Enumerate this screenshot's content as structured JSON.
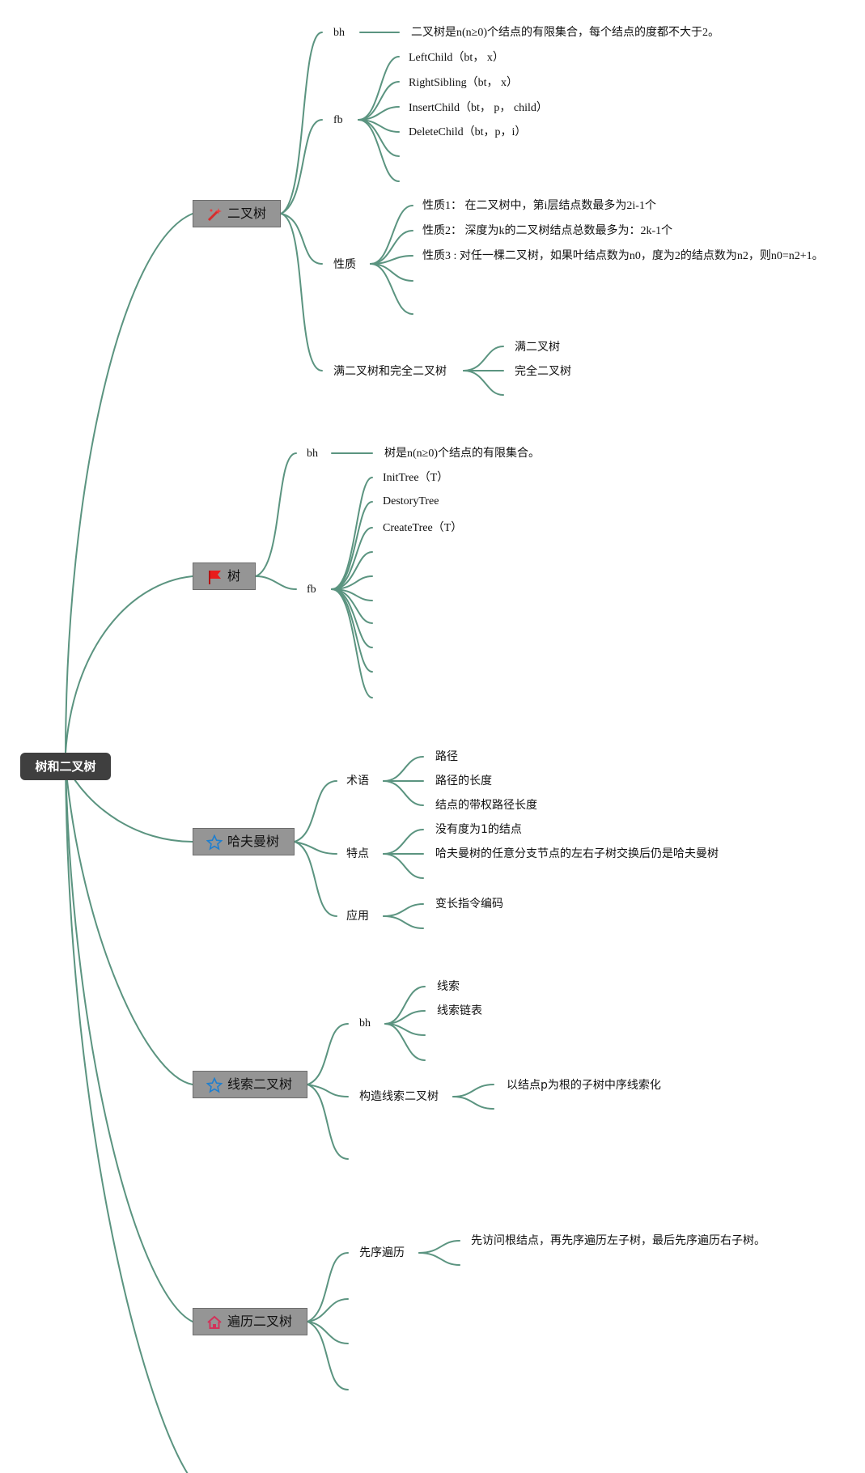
{
  "root": "树和二叉树",
  "b1": {
    "title": "二叉树",
    "bh": "bh",
    "bh_text": "二叉树是n(n≥0)个结点的有限集合，每个结点的度都不大于2。",
    "fb": "fb",
    "fb_items": [
      "LeftChild（bt， x）",
      "RightSibling（bt， x）",
      "InsertChild（bt， p， child）",
      "DeleteChild（bt，p，i）"
    ],
    "xz": "性质",
    "xz_items": [
      "性质1：  在二叉树中，第i层结点数最多为2i-1个",
      "性质2：  深度为k的二叉树结点总数最多为：2k-1个",
      "性质3 : 对任一棵二叉树，如果叶结点数为n0，度为2的结点数为n2，则n0=n2+1。"
    ],
    "mw": "满二叉树和完全二叉树",
    "mw_items": [
      "满二叉树",
      "完全二叉树"
    ]
  },
  "b2": {
    "title": "树",
    "bh": "bh",
    "bh_text": "树是n(n≥0)个结点的有限集合。",
    "fb": "fb",
    "fb_items": [
      "InitTree（T）",
      "DestoryTree",
      "CreateTree（T）"
    ]
  },
  "b3": {
    "title": "哈夫曼树",
    "sy": "术语",
    "sy_items": [
      "路径",
      "路径的长度",
      "结点的带权路径长度"
    ],
    "td": "特点",
    "td_items": [
      "没有度为1的结点",
      "哈夫曼树的任意分支节点的左右子树交换后仍是哈夫曼树"
    ],
    "yy": "应用",
    "yy_items": [
      "变长指令编码"
    ]
  },
  "b4": {
    "title": "线索二叉树",
    "bh": "bh",
    "bh_items": [
      "线索",
      "线索链表"
    ],
    "gz": "构造线索二叉树",
    "gz_items": [
      "以结点p为根的子树中序线索化"
    ]
  },
  "b5": {
    "title": "遍历二叉树",
    "xx": "先序遍历",
    "xx_items": [
      "先访问根结点，再先序遍历左子树，最后先序遍历右子树。"
    ]
  },
  "colors": {
    "line": "#5b9480",
    "root_bg": "#3f3f3f",
    "branch_bg": "#959595"
  },
  "icons": [
    "magic-wand-icon",
    "red-flag-icon",
    "star-outline-icon",
    "star-outline-icon",
    "house-icon"
  ]
}
